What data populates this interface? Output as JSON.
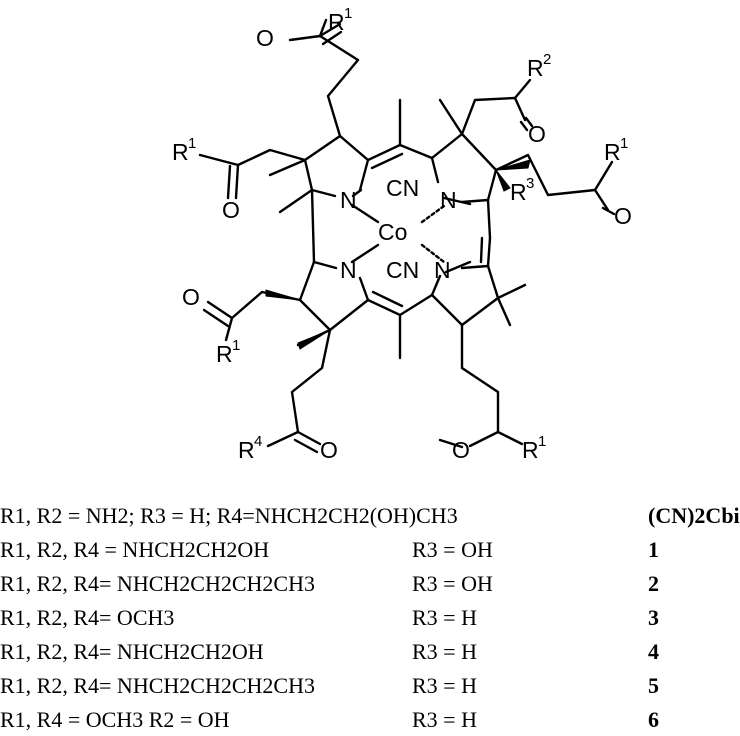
{
  "structure": {
    "center_atom": "Co",
    "axial_ligand_top": "CN",
    "axial_ligand_bottom": "CN",
    "ring_nitrogen": "N",
    "oxygen": "O",
    "substituent_labels": {
      "r1": "R",
      "r1_sup": "1",
      "r2": "R",
      "r2_sup": "2",
      "r3": "R",
      "r3_sup": "3",
      "r4": "R",
      "r4_sup": "4"
    }
  },
  "legend": {
    "rows": [
      {
        "substituents": "R1, R2 = NH2; R3 = H; R4=NHCH2CH2(OH)CH3",
        "r3": "",
        "compound": "(CN)2Cbi"
      },
      {
        "substituents": "R1, R2, R4 = NHCH2CH2OH",
        "r3": "R3 = OH",
        "compound": "1"
      },
      {
        "substituents": "R1, R2, R4= NHCH2CH2CH2CH3",
        "r3": "R3 = OH",
        "compound": "2"
      },
      {
        "substituents": "R1, R2, R4= OCH3",
        "r3": "R3 = H",
        "compound": "3"
      },
      {
        "substituents": "R1, R2, R4= NHCH2CH2OH",
        "r3": "R3 = H",
        "compound": "4"
      },
      {
        "substituents": "R1, R2, R4= NHCH2CH2CH2CH3",
        "r3": "R3 = H",
        "compound": "5"
      },
      {
        "substituents": "R1, R4 = OCH3        R2 = OH",
        "r3": "R3 = H",
        "compound": "6"
      }
    ]
  }
}
